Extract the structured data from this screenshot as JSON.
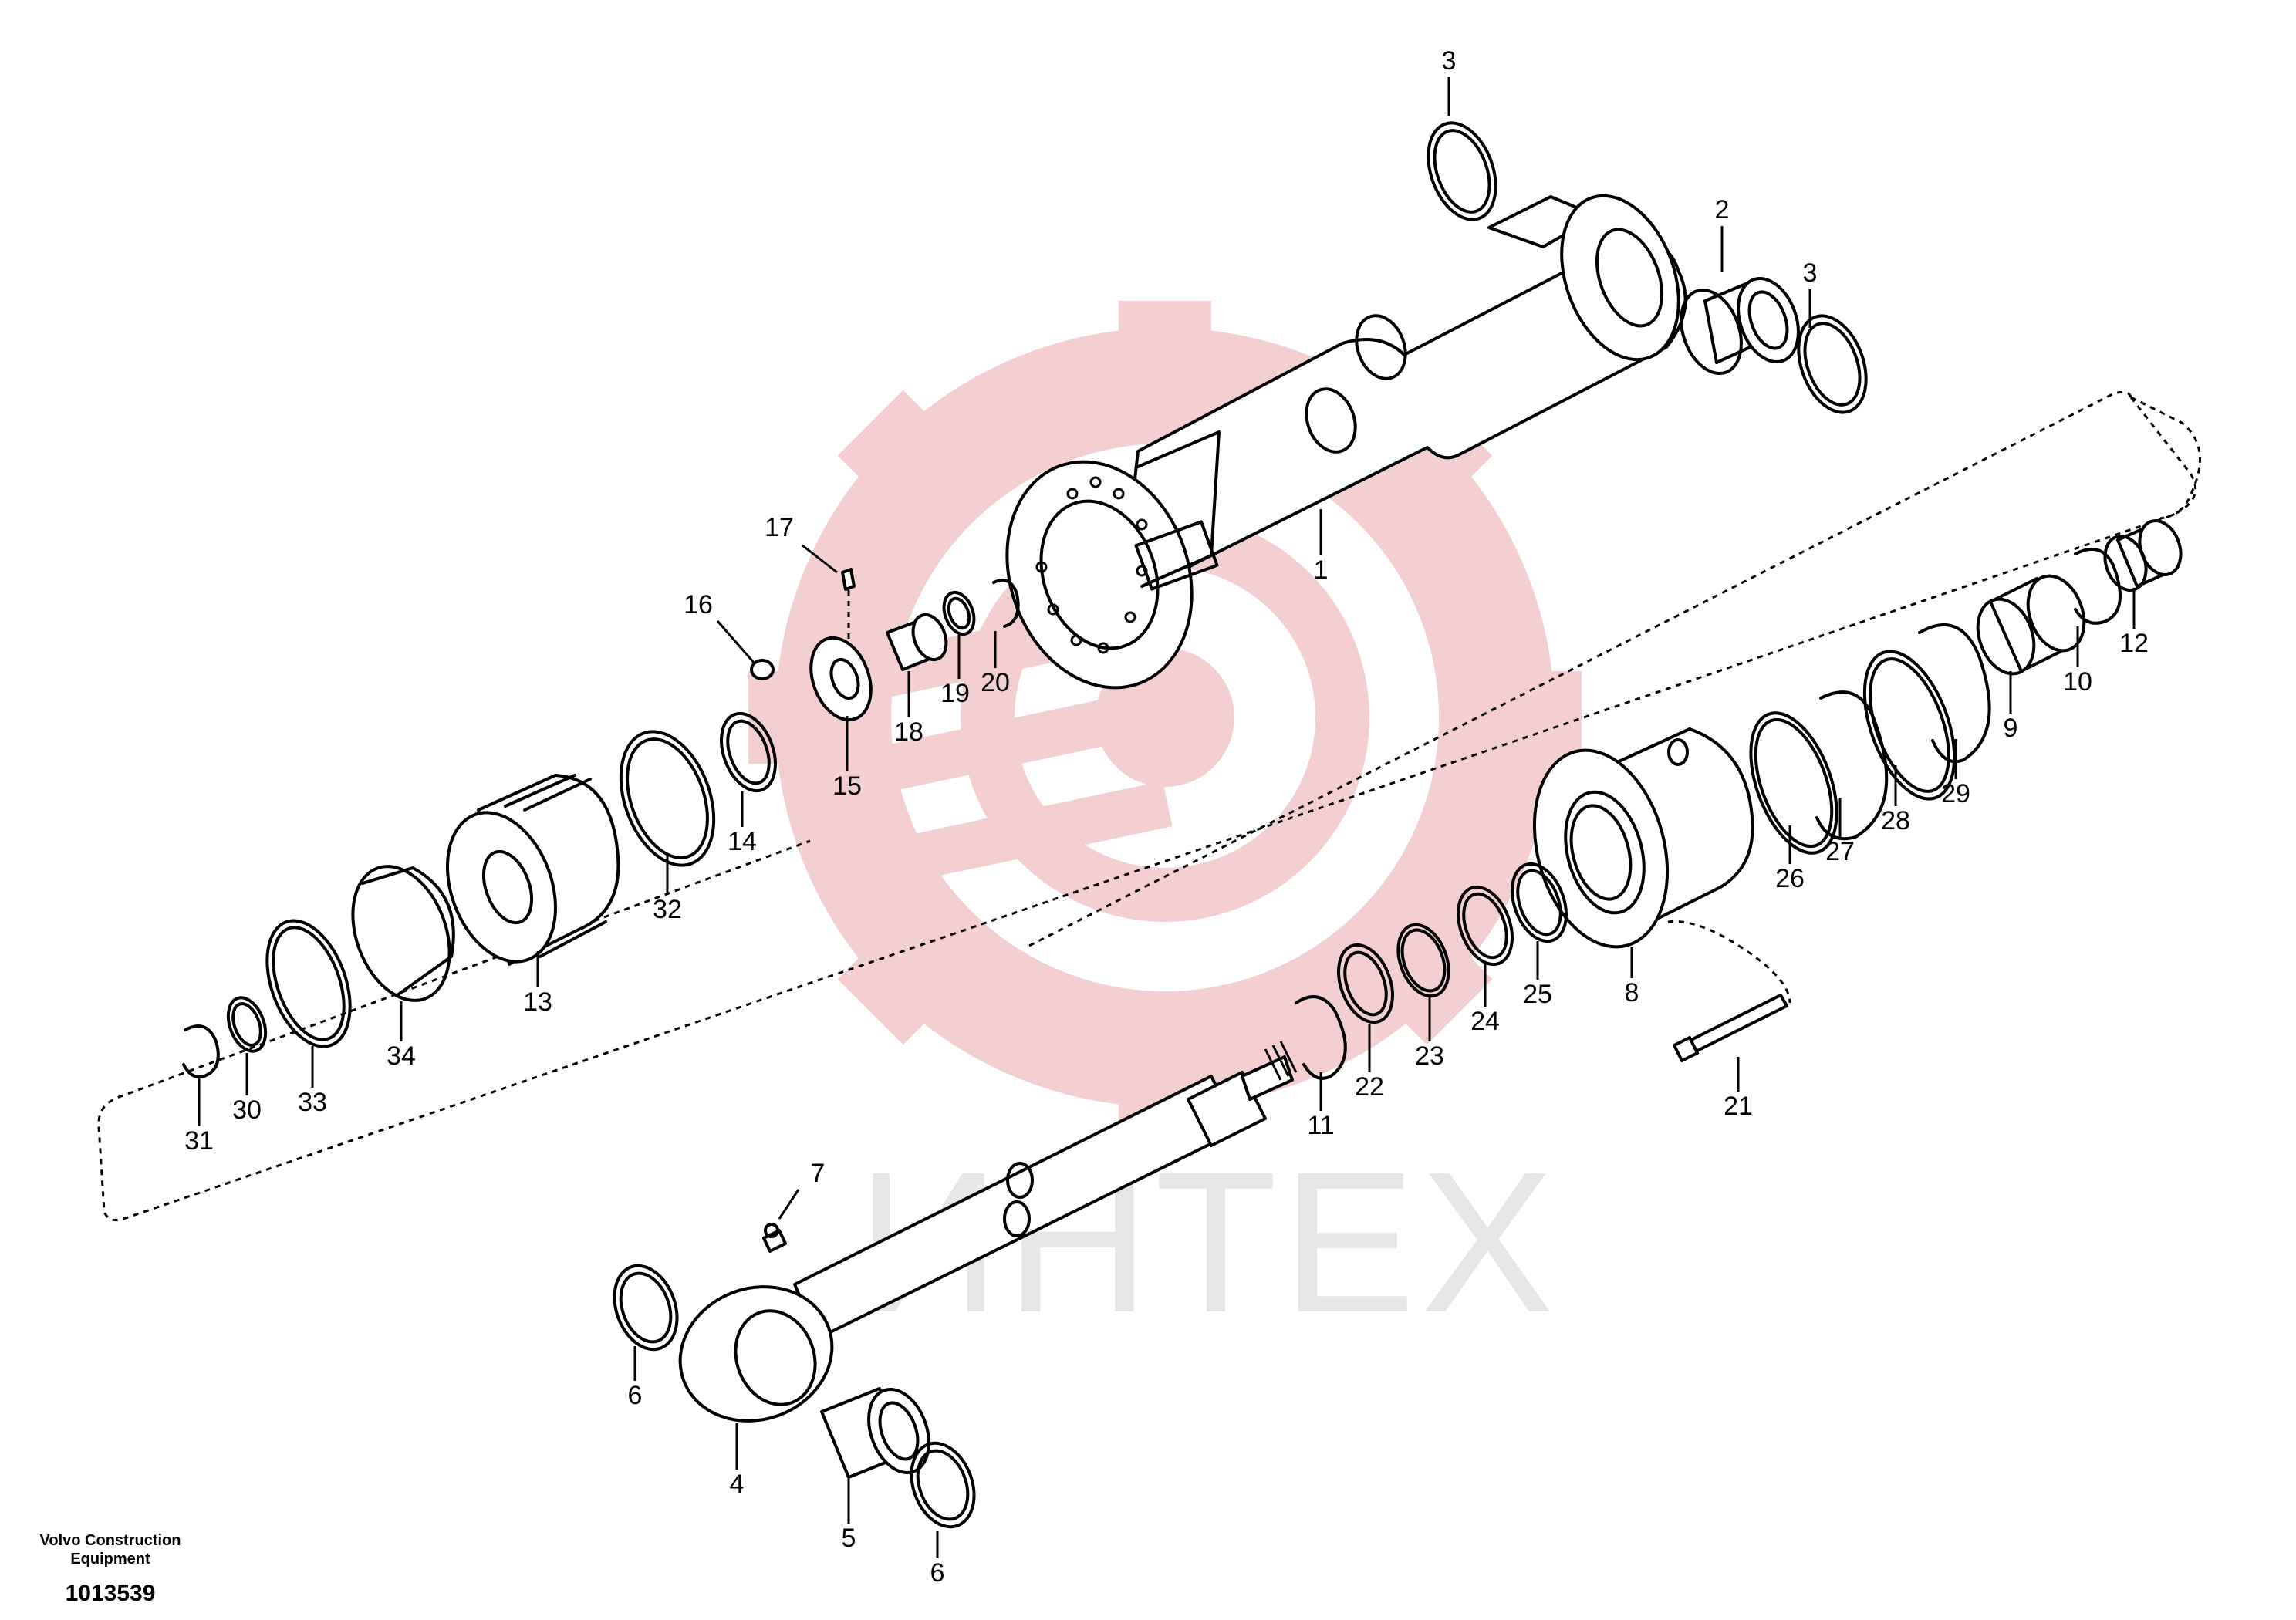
{
  "watermark": {
    "text": "ИНТЕХ",
    "icon": "gear-logo",
    "color": "#f4cfd2"
  },
  "footer": {
    "publisher_line1": "Volvo Construction",
    "publisher_line2": "Equipment",
    "drawing_number": "1013539"
  },
  "parts": [
    {
      "id": "p1",
      "label": "1"
    },
    {
      "id": "p2",
      "label": "2"
    },
    {
      "id": "p3a",
      "label": "3"
    },
    {
      "id": "p3b",
      "label": "3"
    },
    {
      "id": "p4",
      "label": "4"
    },
    {
      "id": "p5",
      "label": "5"
    },
    {
      "id": "p6a",
      "label": "6"
    },
    {
      "id": "p6b",
      "label": "6"
    },
    {
      "id": "p7",
      "label": "7"
    },
    {
      "id": "p8",
      "label": "8"
    },
    {
      "id": "p9",
      "label": "9"
    },
    {
      "id": "p10",
      "label": "10"
    },
    {
      "id": "p11",
      "label": "11"
    },
    {
      "id": "p12",
      "label": "12"
    },
    {
      "id": "p13",
      "label": "13"
    },
    {
      "id": "p14",
      "label": "14"
    },
    {
      "id": "p15",
      "label": "15"
    },
    {
      "id": "p16",
      "label": "16"
    },
    {
      "id": "p17",
      "label": "17"
    },
    {
      "id": "p18",
      "label": "18"
    },
    {
      "id": "p19",
      "label": "19"
    },
    {
      "id": "p20",
      "label": "20"
    },
    {
      "id": "p21",
      "label": "21"
    },
    {
      "id": "p22",
      "label": "22"
    },
    {
      "id": "p23",
      "label": "23"
    },
    {
      "id": "p24",
      "label": "24"
    },
    {
      "id": "p25",
      "label": "25"
    },
    {
      "id": "p26",
      "label": "26"
    },
    {
      "id": "p27",
      "label": "27"
    },
    {
      "id": "p28",
      "label": "28"
    },
    {
      "id": "p29",
      "label": "29"
    },
    {
      "id": "p30",
      "label": "30"
    },
    {
      "id": "p31",
      "label": "31"
    },
    {
      "id": "p32",
      "label": "32"
    },
    {
      "id": "p33",
      "label": "33"
    },
    {
      "id": "p34",
      "label": "34"
    }
  ]
}
